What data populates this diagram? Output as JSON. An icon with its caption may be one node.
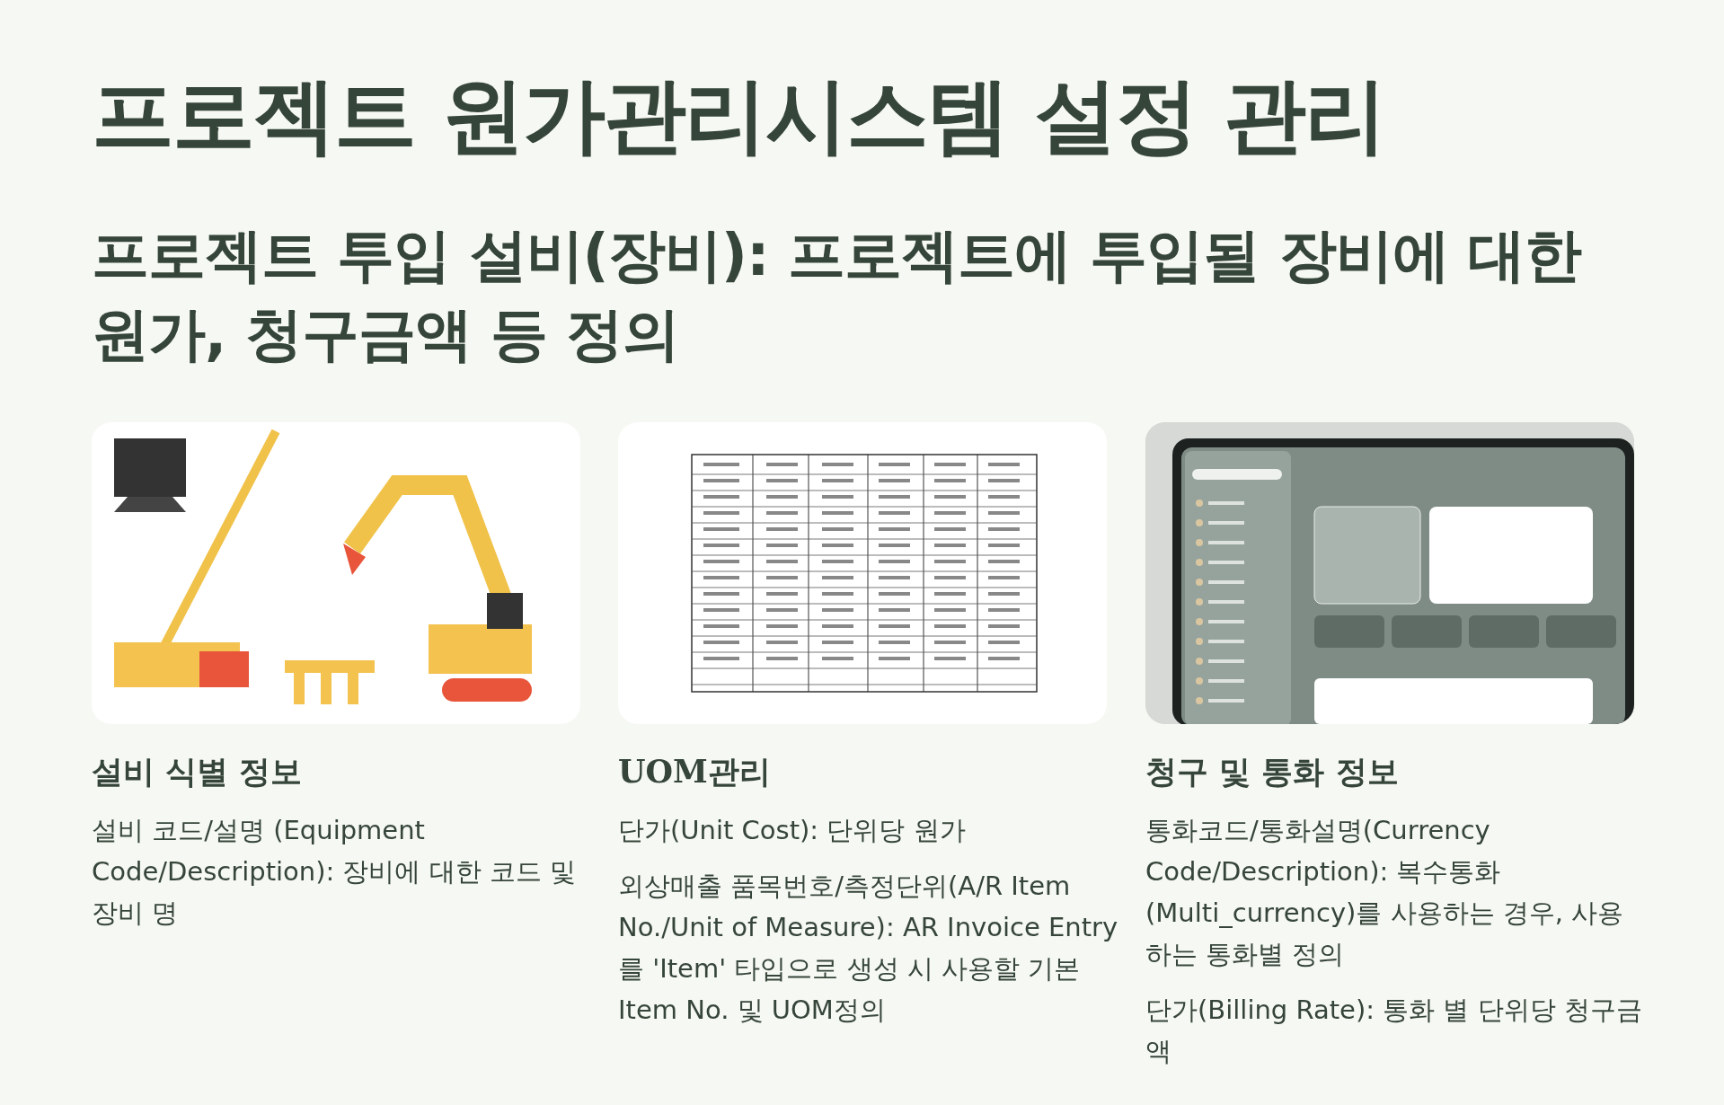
{
  "diagram": {
    "title": "프로젝트 원가관리시스템 설정 관리",
    "labels": [
      "프로젝트 투입 설비(장비): 프로젝트에 투입될 장비에 대한 원가, 청구금액 등 정의",
      "설비 식별 정보",
      "설비 코드/설명 (Equipment Code/Description): 장비에 대한 코드 및 장비 명",
      "UOM관리",
      "단가(Unit Cost): 단위당 원가",
      "외상매출 품목번호/측정단위(A/R Item No./Unit of Measure): AR Invoice Entry를 'Item' 타입으로 생성 시 사용할 기본 Item No. 및 UOM정의",
      "청구 및 통화 정보",
      "통화코드/통화설명(Currency Code/Description): 복수통화(Multi_currency)를 사용하는 경우, 사용하는 통화별 정의",
      "단가(Billing Rate): 통화 별 단위당 청구금액"
    ]
  }
}
